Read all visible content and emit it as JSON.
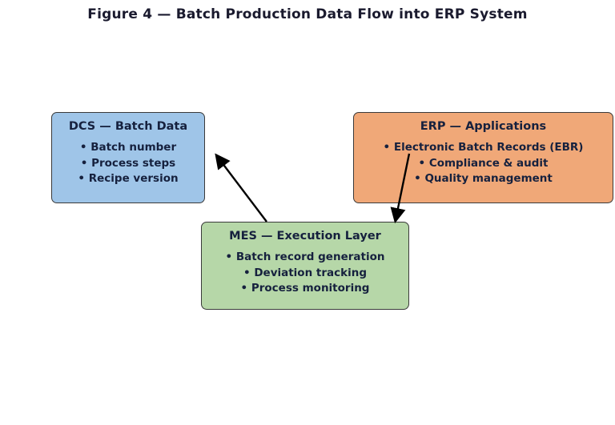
{
  "figure": {
    "title": "Figure 4 — Batch Production Data Flow into ERP System"
  },
  "nodes": {
    "dcs": {
      "title": "DCS — Batch Data",
      "items": [
        "• Batch number",
        "• Process steps",
        "• Recipe version"
      ],
      "color": "#9fc5e8"
    },
    "erp": {
      "title": "ERP — Applications",
      "items": [
        "• Electronic Batch Records (EBR)",
        "• Compliance & audit",
        "• Quality management"
      ],
      "color": "#f0a878"
    },
    "mes": {
      "title": "MES — Execution Layer",
      "items": [
        "• Batch record generation",
        "• Deviation tracking",
        "• Process monitoring"
      ],
      "color": "#b6d7a8"
    }
  },
  "arrows": [
    {
      "name": "arrow-mes-to-dcs",
      "from": "mes",
      "to": "dcs"
    },
    {
      "name": "arrow-mes-to-erp",
      "from": "mes",
      "to": "erp"
    }
  ]
}
